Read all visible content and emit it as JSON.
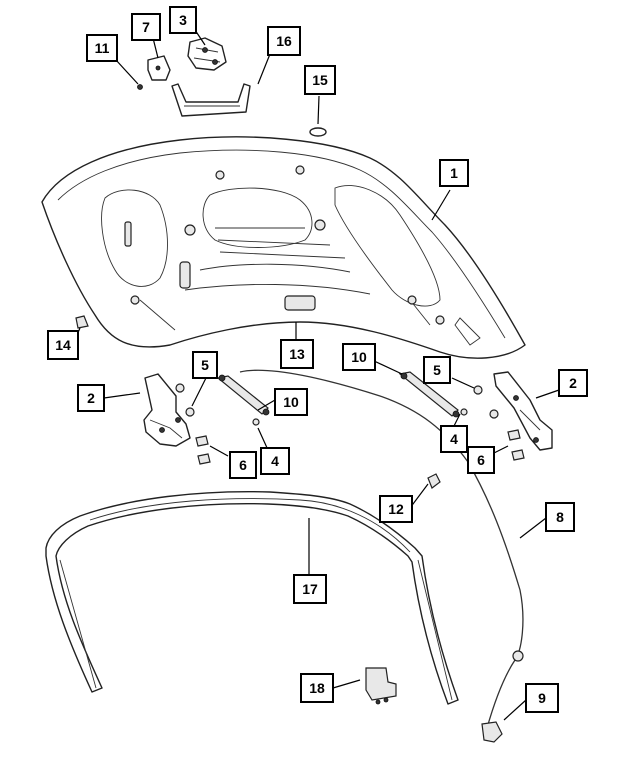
{
  "callouts": [
    {
      "id": "c1",
      "label": "1"
    },
    {
      "id": "c2a",
      "label": "2"
    },
    {
      "id": "c2b",
      "label": "2"
    },
    {
      "id": "c3",
      "label": "3"
    },
    {
      "id": "c4a",
      "label": "4"
    },
    {
      "id": "c4b",
      "label": "4"
    },
    {
      "id": "c5a",
      "label": "5"
    },
    {
      "id": "c5b",
      "label": "5"
    },
    {
      "id": "c6a",
      "label": "6"
    },
    {
      "id": "c6b",
      "label": "6"
    },
    {
      "id": "c7",
      "label": "7"
    },
    {
      "id": "c8",
      "label": "8"
    },
    {
      "id": "c9",
      "label": "9"
    },
    {
      "id": "c10a",
      "label": "10"
    },
    {
      "id": "c10b",
      "label": "10"
    },
    {
      "id": "c11",
      "label": "11"
    },
    {
      "id": "c12",
      "label": "12"
    },
    {
      "id": "c13",
      "label": "13"
    },
    {
      "id": "c14",
      "label": "14"
    },
    {
      "id": "c15",
      "label": "15"
    },
    {
      "id": "c16",
      "label": "16"
    },
    {
      "id": "c17",
      "label": "17"
    },
    {
      "id": "c18",
      "label": "18"
    }
  ]
}
